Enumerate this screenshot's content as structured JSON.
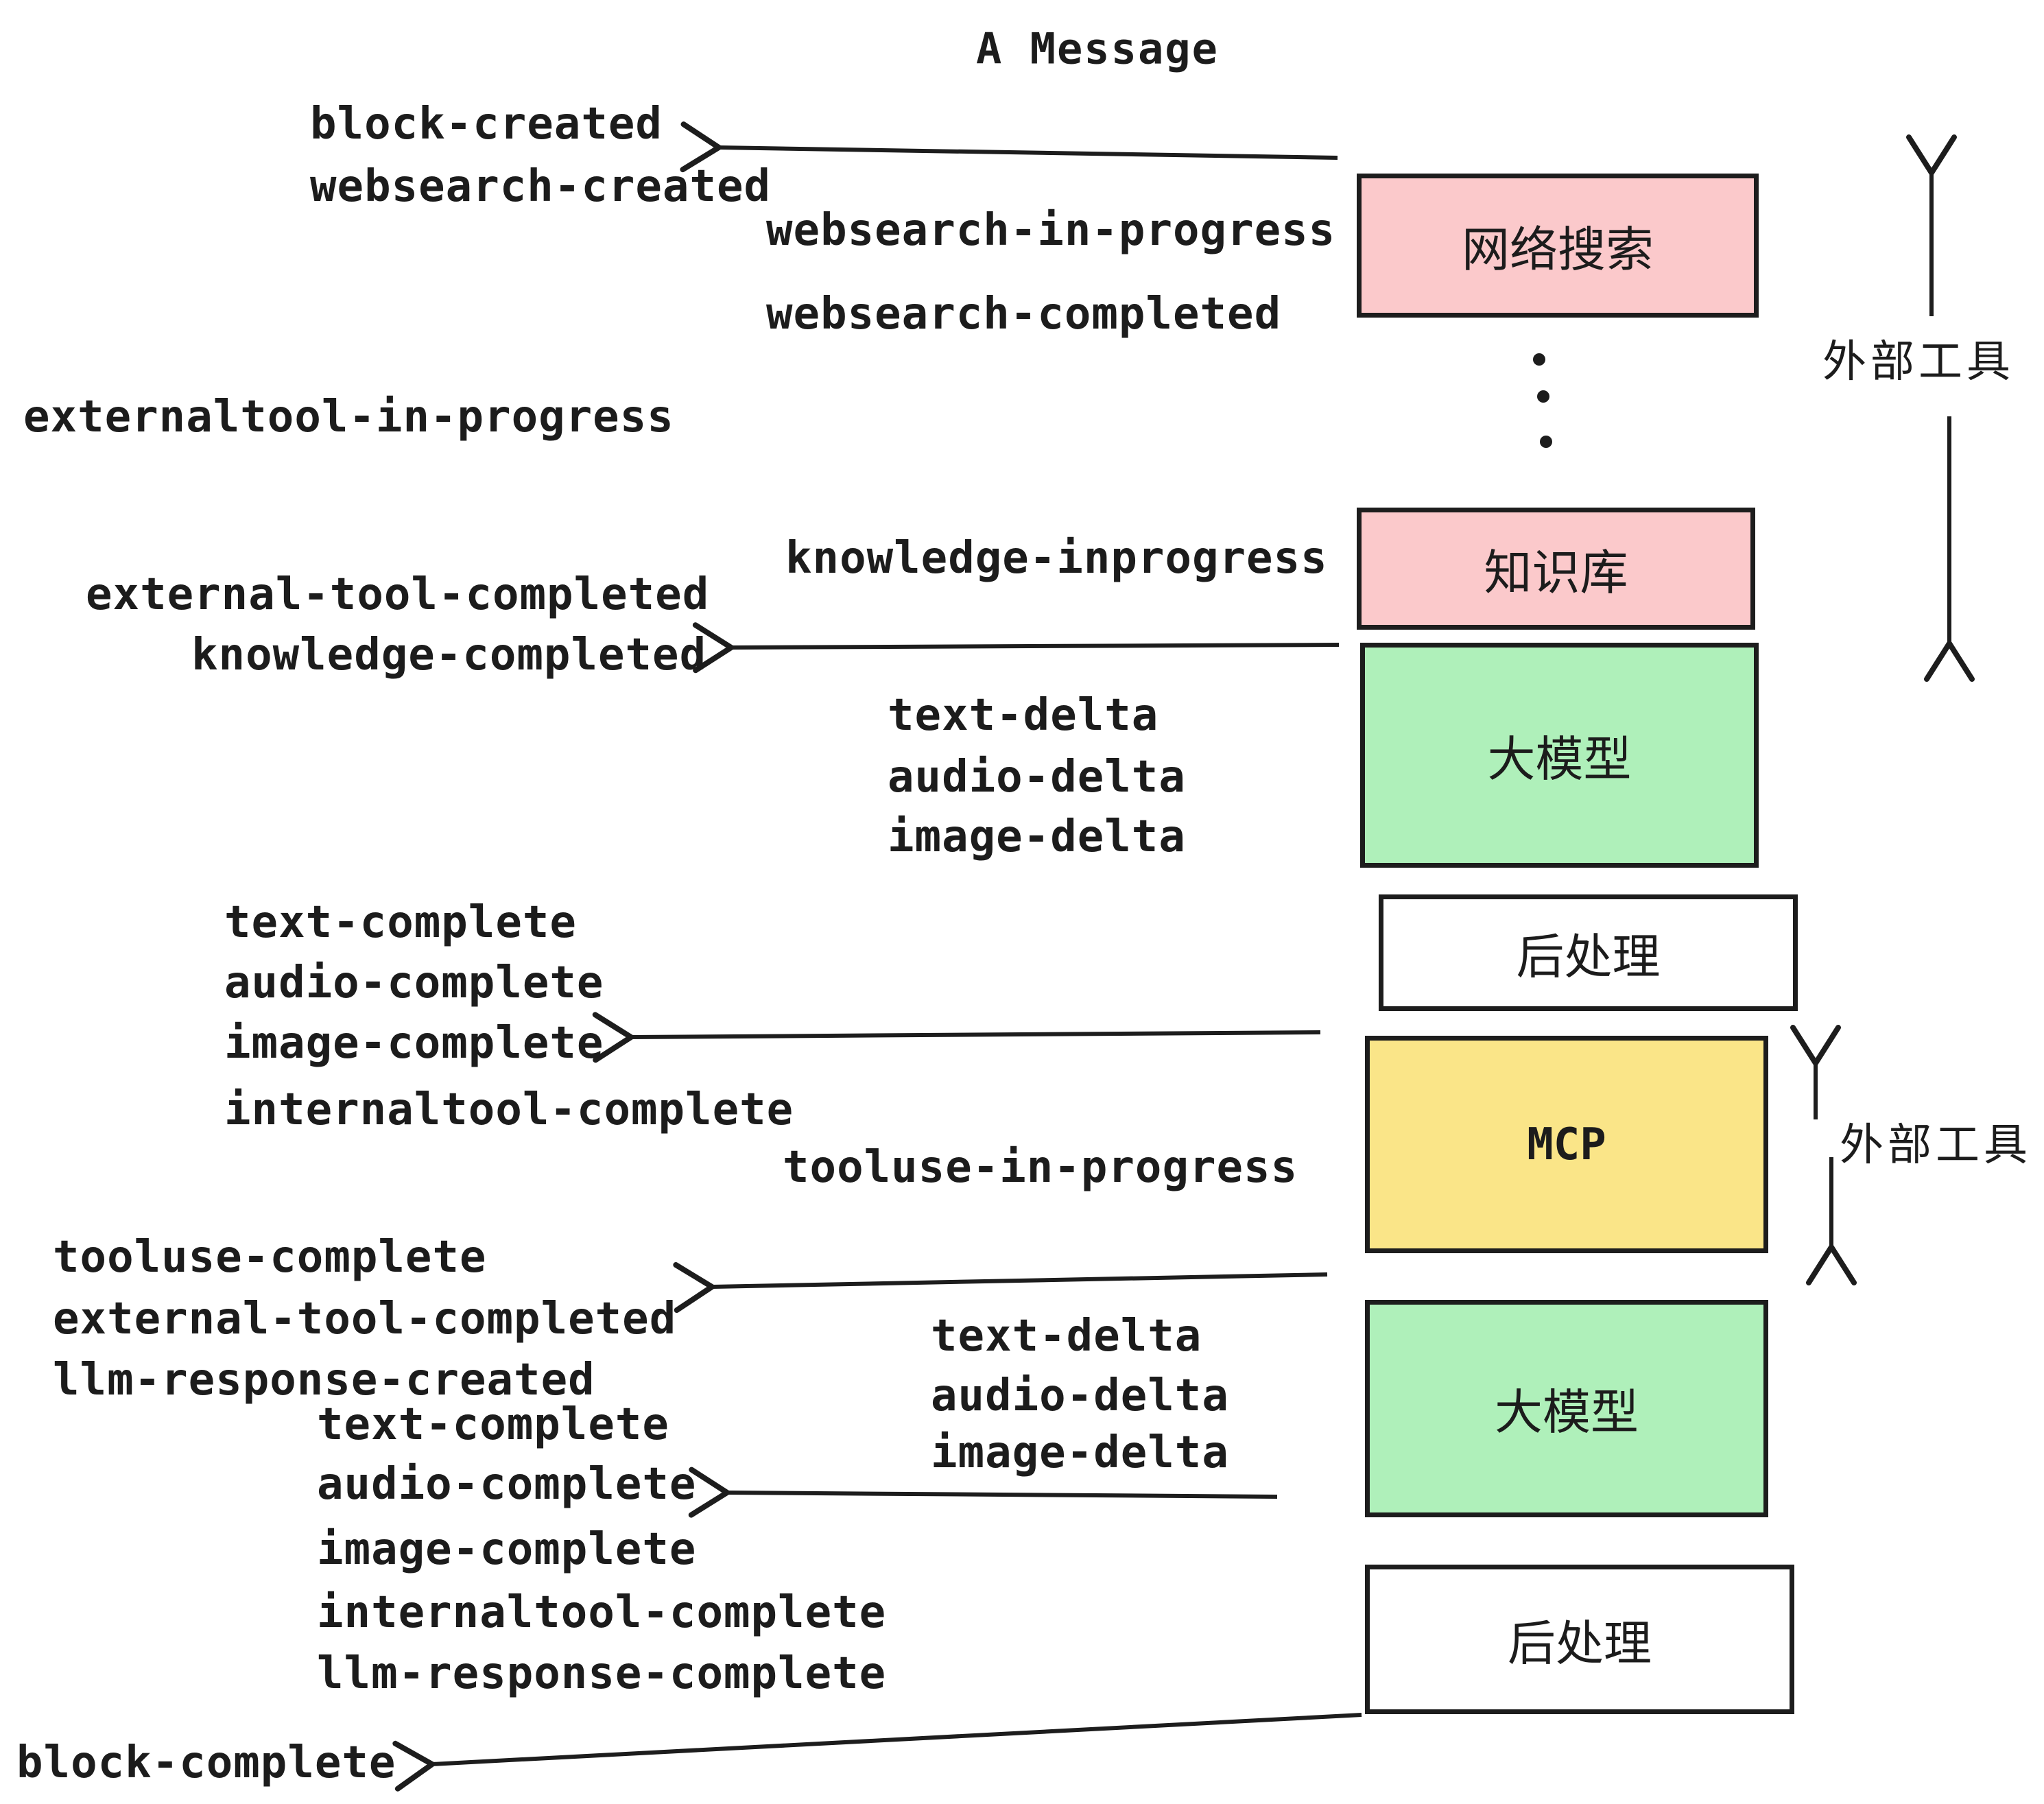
{
  "title": {
    "text": "A Message"
  },
  "colors": {
    "pink": "#fbc9cb",
    "green": "#aff0ba",
    "yellow": "#fae588",
    "white": "#ffffff",
    "stroke": "#1d1d1d"
  },
  "boxes": [
    {
      "id": "websearch",
      "label": "网络搜索",
      "color": "#fbc9cb"
    },
    {
      "id": "knowledge",
      "label": "知识库",
      "color": "#fbc9cb"
    },
    {
      "id": "llm-1",
      "label": "大模型",
      "color": "#aff0ba"
    },
    {
      "id": "postprocess-1",
      "label": "后处理",
      "color": "#ffffff"
    },
    {
      "id": "mcp",
      "label": "MCP",
      "color": "#fae588"
    },
    {
      "id": "llm-2",
      "label": "大模型",
      "color": "#aff0ba"
    },
    {
      "id": "postprocess-2",
      "label": "后处理",
      "color": "#ffffff"
    }
  ],
  "side_labels": [
    {
      "text": "外部工具"
    },
    {
      "text": "外部工具"
    }
  ],
  "events": [
    {
      "text": "block-created"
    },
    {
      "text": "websearch-created"
    },
    {
      "text": "websearch-in-progress"
    },
    {
      "text": "websearch-completed"
    },
    {
      "text": "externaltool-in-progress"
    },
    {
      "text": "knowledge-inprogress"
    },
    {
      "text": "external-tool-completed"
    },
    {
      "text": "knowledge-completed"
    },
    {
      "text": "text-delta"
    },
    {
      "text": "audio-delta"
    },
    {
      "text": "image-delta"
    },
    {
      "text": "text-complete"
    },
    {
      "text": "audio-complete"
    },
    {
      "text": "image-complete"
    },
    {
      "text": "internaltool-complete"
    },
    {
      "text": "tooluse-in-progress"
    },
    {
      "text": "tooluse-complete"
    },
    {
      "text": "external-tool-completed"
    },
    {
      "text": "llm-response-created"
    },
    {
      "text": "text-complete"
    },
    {
      "text": "text-delta"
    },
    {
      "text": "audio-delta"
    },
    {
      "text": "image-delta"
    },
    {
      "text": "audio-complete"
    },
    {
      "text": "image-complete"
    },
    {
      "text": "internaltool-complete"
    },
    {
      "text": "llm-response-complete"
    },
    {
      "text": "block-complete"
    }
  ]
}
